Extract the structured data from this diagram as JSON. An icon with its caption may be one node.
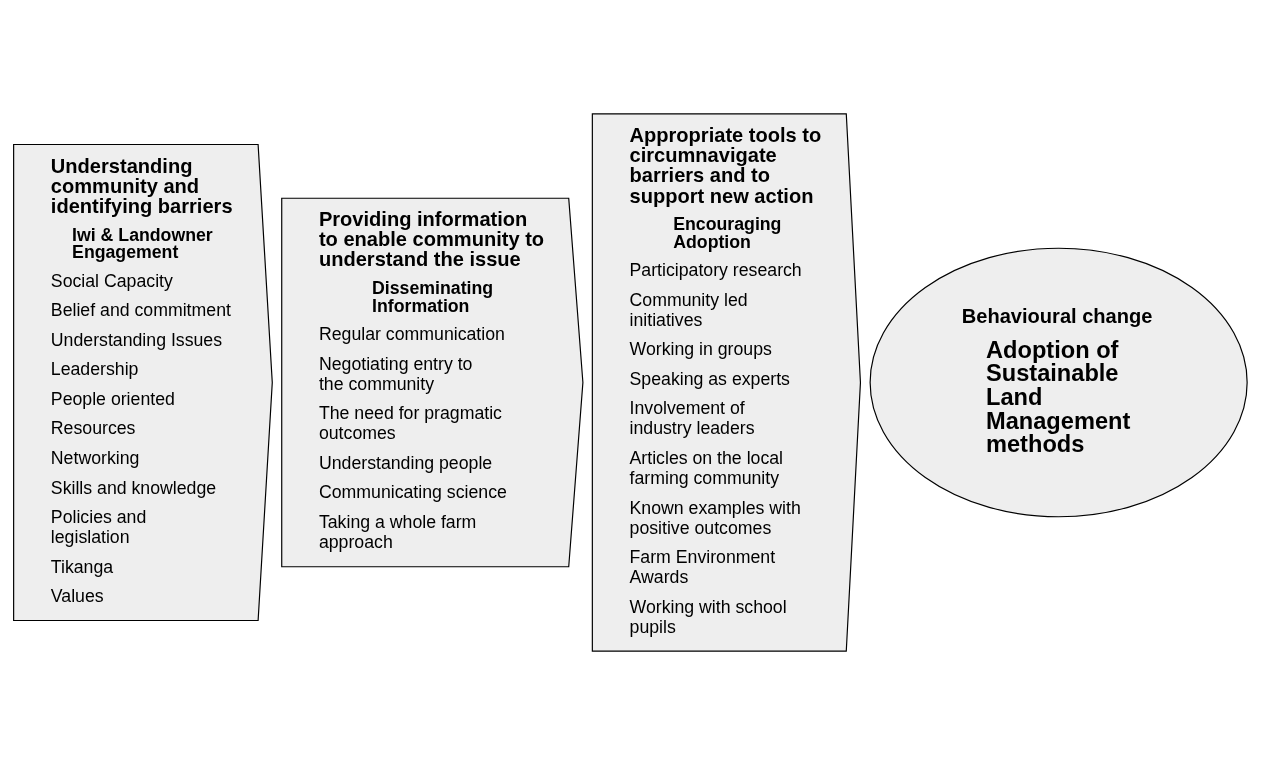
{
  "diagram": {
    "nodes": [
      {
        "text": [
          "Understanding community and identifying barriers",
          "Iwi & Landowner Engagement",
          "Social Capacity",
          "Belief and commitment",
          "Understanding Issues",
          "Leadership",
          "People oriented",
          "Resources",
          "Networking",
          "Skills and knowledge",
          "Policies and legislation",
          "Tikanga",
          "Values"
        ]
      },
      {
        "text": [
          "Providing information to enable community to understand the issue",
          "Disseminating Information",
          "Regular communication",
          "Negotiating entry to the community",
          "The need for pragmatic outcomes",
          "Understanding people",
          "Communicating science",
          "Taking a whole farm approach"
        ]
      },
      {
        "text": [
          "Appropriate tools to circumnavigate barriers and to support new action",
          "Encouraging Adoption",
          "Participatory research",
          "Community led initiatives",
          "Working in groups",
          "Speaking as experts",
          "Involvement of industry leaders",
          "Articles on the local farming community",
          "Known examples with positive outcomes",
          "Farm Environment Awards",
          "Working with school pupils"
        ]
      },
      {
        "text": [
          "Behavioural change",
          "Adoption of Sustainable Land Management methods"
        ]
      }
    ]
  }
}
